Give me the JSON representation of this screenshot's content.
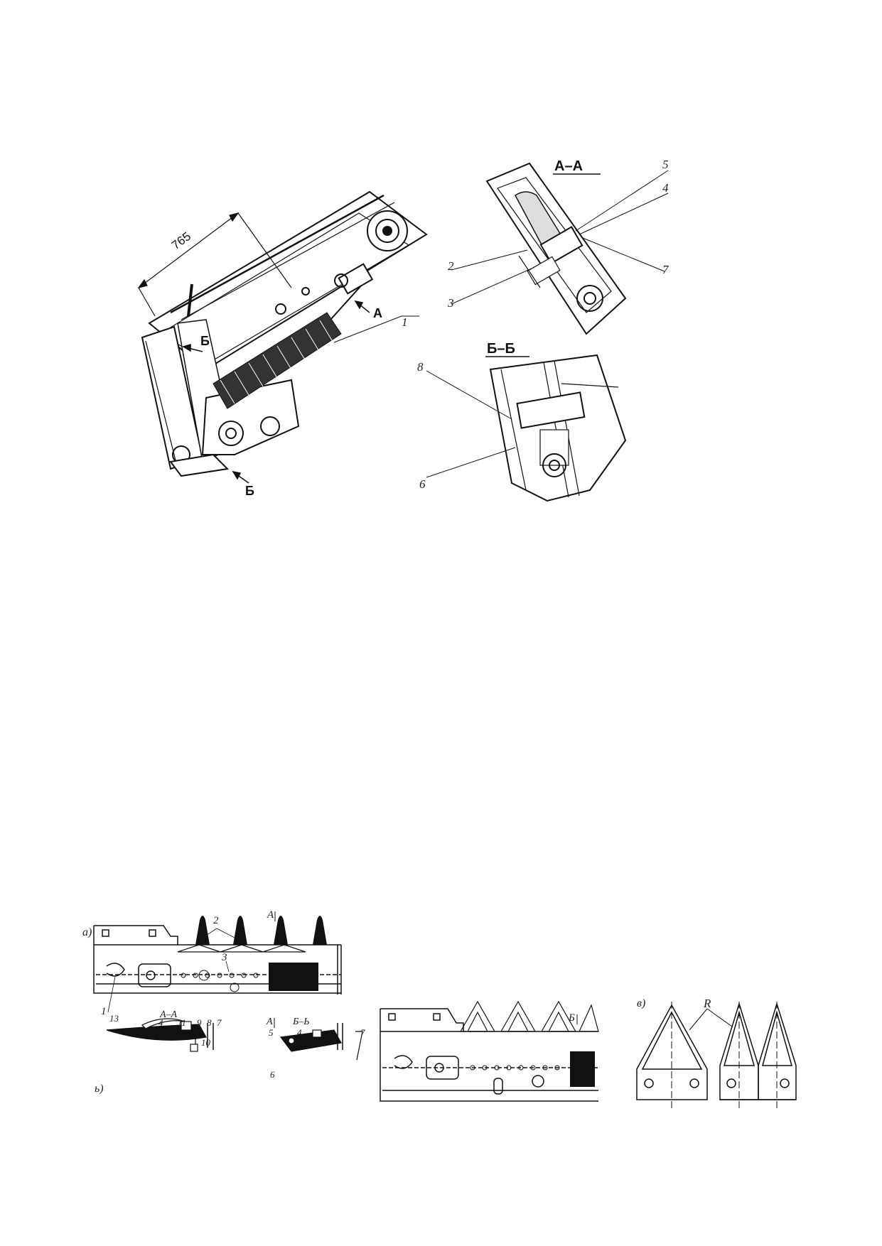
{
  "figure_top": {
    "dimension_765": "765",
    "arrow_a": "А",
    "arrow_b_upper": "Б",
    "arrow_b_lower": "Б",
    "callout_1": "1"
  },
  "section_aa": {
    "title": "А–А",
    "callouts": [
      "5",
      "4",
      "2",
      "7",
      "3"
    ]
  },
  "section_bb": {
    "title": "Б–Б",
    "callouts": [
      "8",
      "6"
    ]
  },
  "figure_bottom": {
    "label_a": "а)",
    "label_b": "ь)",
    "label_v": "в)",
    "callout_2": "2",
    "callout_3": "3",
    "callout_1": "1",
    "section_mark_a_top": "А",
    "section_mark_a_mid": "А",
    "section_mark_b": "Б",
    "section_aa_label": "А–А",
    "section_bb_label": "Б–Ь",
    "aa_callouts": [
      "13",
      "4",
      "11",
      "9",
      "8",
      "7",
      "10"
    ],
    "bb_callouts": [
      "5",
      "4",
      "6",
      "7"
    ],
    "label_R": "R"
  }
}
